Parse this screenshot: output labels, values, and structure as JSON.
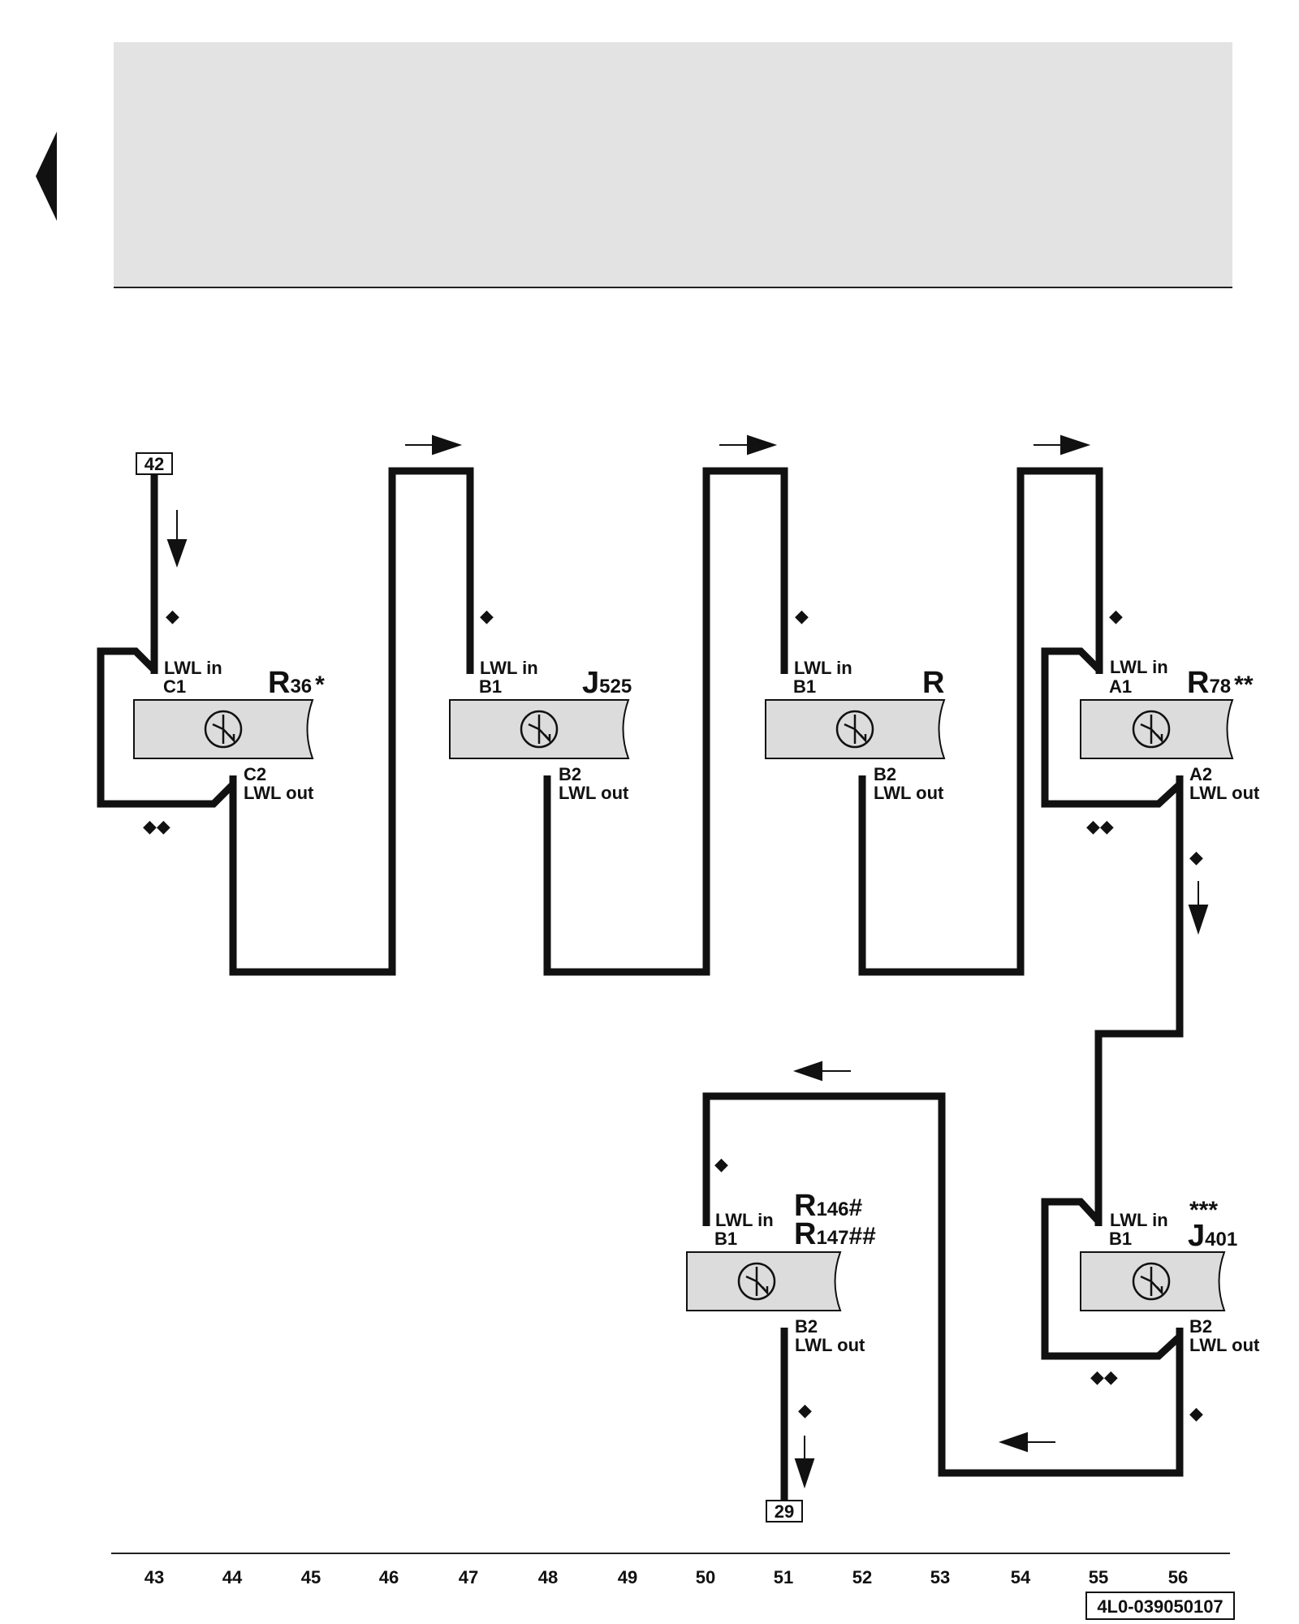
{
  "header": {
    "background": "#e3e3e3",
    "line_color": "#222222",
    "back_arrow": "left-triangle-icon"
  },
  "references": {
    "start": "42",
    "end": "29"
  },
  "labels": {
    "lwl_in": "LWL in",
    "lwl_out": "LWL out",
    "diamond": "◆",
    "double_diamond": "◆◆"
  },
  "components": [
    {
      "id": "R36",
      "letter": "R",
      "sub": "36",
      "mark": "*",
      "pin_in": "C1",
      "pin_out": "C2",
      "symbol": "optical-transceiver-icon"
    },
    {
      "id": "J525",
      "letter": "J",
      "sub": "525",
      "mark": "",
      "pin_in": "B1",
      "pin_out": "B2",
      "symbol": "optical-transceiver-icon"
    },
    {
      "id": "R",
      "letter": "R",
      "sub": "",
      "mark": "",
      "pin_in": "B1",
      "pin_out": "B2",
      "symbol": "optical-transceiver-icon"
    },
    {
      "id": "R78",
      "letter": "R",
      "sub": "78",
      "mark": "**",
      "pin_in": "A1",
      "pin_out": "A2",
      "symbol": "optical-transceiver-icon"
    },
    {
      "id": "R146_R147",
      "letter": "R",
      "sub": "146",
      "mark": "#",
      "letter2": "R",
      "sub2": "147",
      "mark2": "##",
      "pin_in": "B1",
      "pin_out": "B2",
      "symbol": "optical-transceiver-icon"
    },
    {
      "id": "J401",
      "letter": "J",
      "sub": "401",
      "mark": "***",
      "pin_in": "B1",
      "pin_out": "B2",
      "symbol": "optical-transceiver-icon"
    }
  ],
  "columns": [
    "43",
    "44",
    "45",
    "46",
    "47",
    "48",
    "49",
    "50",
    "51",
    "52",
    "53",
    "54",
    "55",
    "56"
  ],
  "doc_id": "4L0-039050107"
}
